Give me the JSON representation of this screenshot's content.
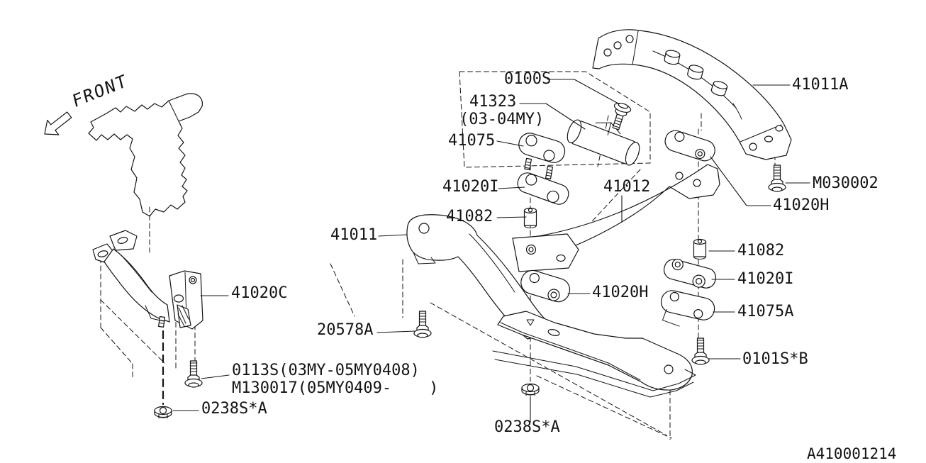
{
  "diagram": {
    "front_label": "FRONT",
    "drawing_number": "A410001214",
    "part_labels": {
      "p0100s": "0100S",
      "p41323": "41323",
      "p41323_note": "(03-04MY)",
      "p41075": "41075",
      "p41020i_left": "41020I",
      "p41082_left": "41082",
      "p41011": "41011",
      "p41012": "41012",
      "p41011a": "41011A",
      "pm030002": "M030002",
      "p41020h_right": "41020H",
      "p41082_right": "41082",
      "p41020i_right": "41020I",
      "p41075a": "41075A",
      "p0101s_b": "0101S*B",
      "p41020h_center": "41020H",
      "p20578a": "20578A",
      "p0113s": "0113S(03MY-05MY0408)",
      "pm130017": "M130017(05MY0409-    )",
      "p0238s_a_left": "0238S*A",
      "p0238s_a_center": "0238S*A",
      "p41020c": "41020C"
    }
  }
}
